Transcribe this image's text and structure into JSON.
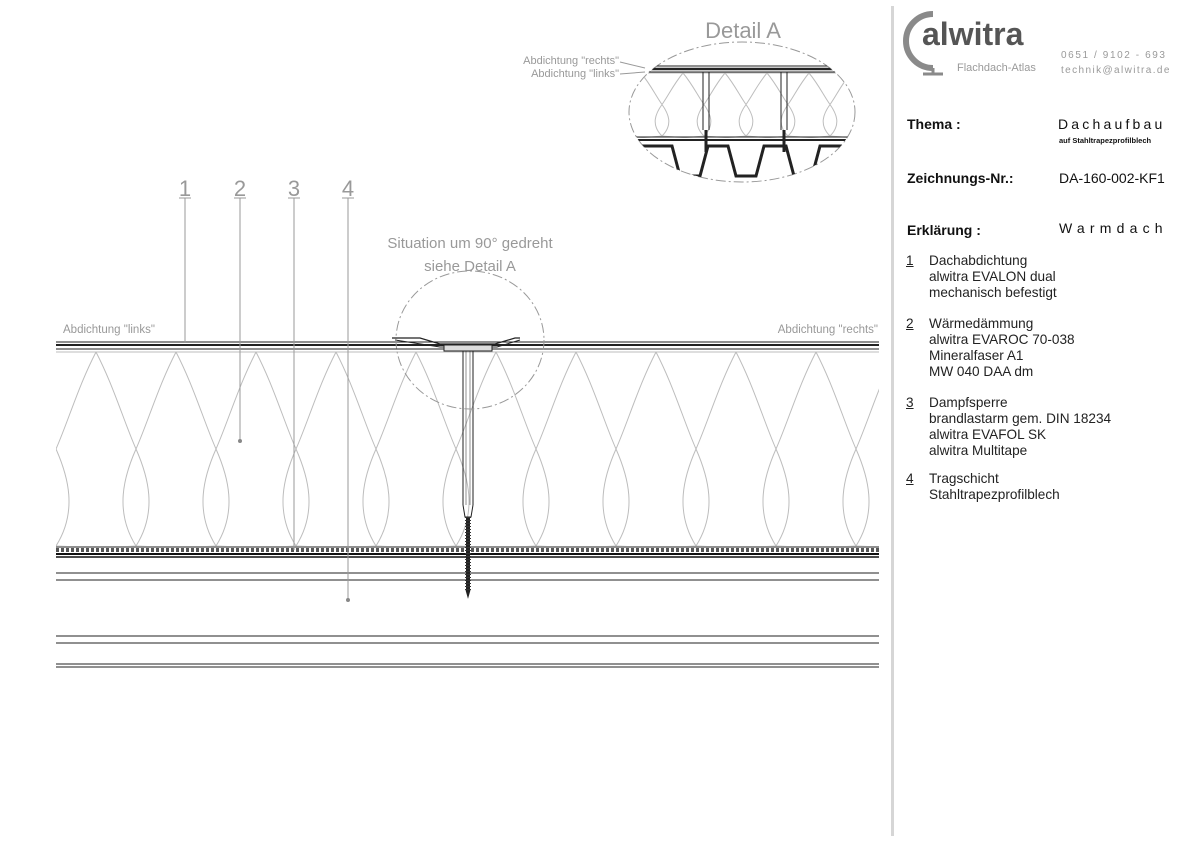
{
  "brand": {
    "name": "alwitra",
    "subtitle": "Flachdach-Atlas",
    "phone": "0651 / 9102 - 693",
    "email": "technik@alwitra.de"
  },
  "header": {
    "thema_label": "Thema :",
    "thema_value": "Dachaufbau",
    "thema_sub": "auf Stahltrapezprofilblech",
    "zeichnung_label": "Zeichnungs-Nr.:",
    "zeichnung_value": "DA-160-002-KF1",
    "erklaerung_label": "Erklärung :",
    "erklaerung_value": "Warmdach"
  },
  "legend": [
    {
      "num": "1",
      "lines": [
        "Dachabdichtung",
        "alwitra EVALON dual",
        "mechanisch befestigt"
      ]
    },
    {
      "num": "2",
      "lines": [
        "Wärmedämmung",
        "alwitra EVAROC  70-038",
        "Mineralfaser A1",
        "MW 040 DAA dm"
      ]
    },
    {
      "num": "3",
      "lines": [
        "Dampfsperre",
        "brandlastarm gem. DIN 18234",
        "alwitra EVAFOL SK",
        "alwitra Multitape"
      ]
    },
    {
      "num": "4",
      "lines": [
        "Tragschicht",
        "Stahltrapezprofilblech"
      ]
    }
  ],
  "drawing": {
    "detail_title": "Detail A",
    "detail_label_rechts": "Abdichtung \"rechts\"",
    "detail_label_links": "Abdichtung \"links\"",
    "situation_line1": "Situation um 90° gedreht",
    "situation_line2": "siehe Detail A",
    "label_links": "Abdichtung \"links\"",
    "label_rechts": "Abdichtung \"rechts\"",
    "callouts": [
      "1",
      "2",
      "3",
      "4"
    ]
  }
}
